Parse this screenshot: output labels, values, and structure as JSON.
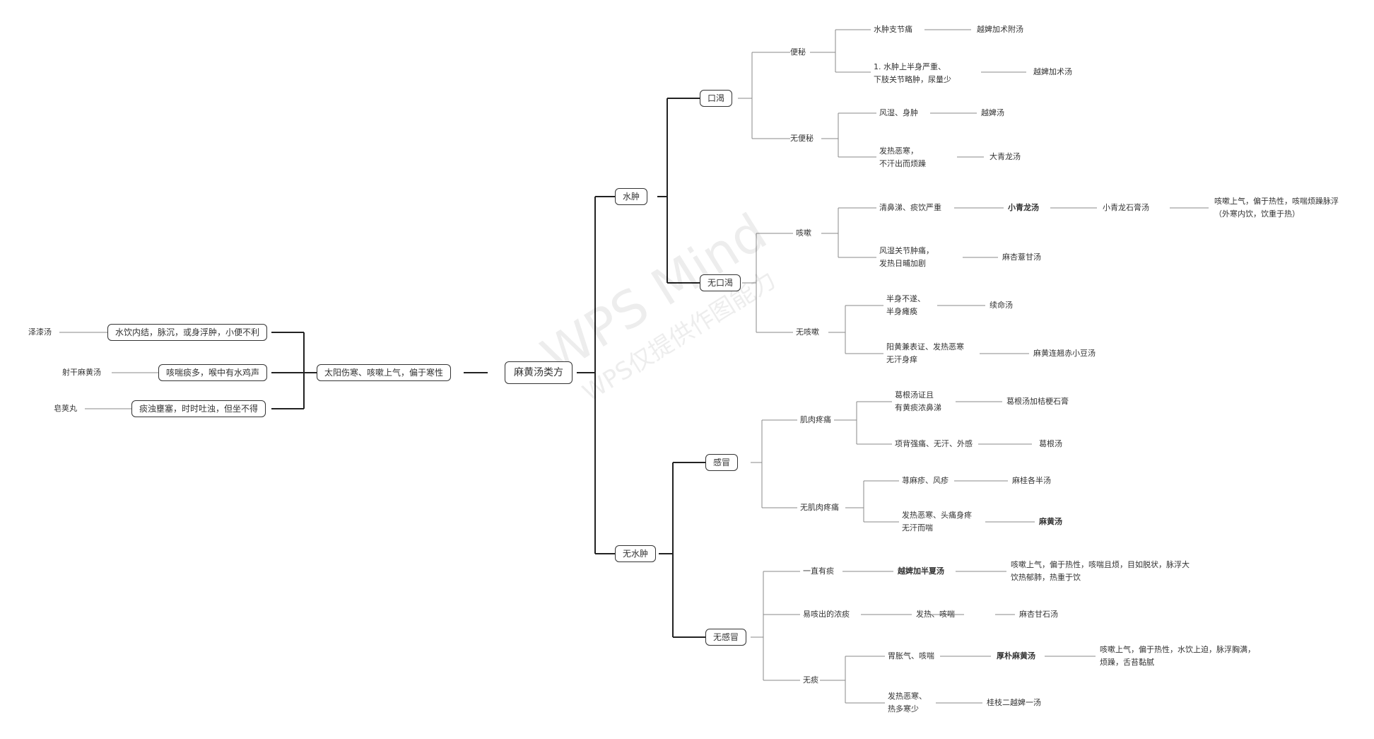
{
  "root": "麻黄汤类方",
  "watermark": {
    "brand": "WPS Mind",
    "note": "WPS仅提供作图能力"
  },
  "left": {
    "main": "太阳伤寒、咳嗽上气，偏于寒性",
    "items": [
      {
        "condition": "水饮内结，脉沉，或身浮肿，小便不利",
        "formula": "泽漆汤"
      },
      {
        "condition": "咳喘痰多，喉中有水鸡声",
        "formula": "射干麻黄汤"
      },
      {
        "condition": "痰浊壅塞，时时吐浊，但坐不得",
        "formula": "皂荚丸"
      }
    ]
  },
  "right": {
    "shuizhong": "水肿",
    "kouke": "口渴",
    "bianmi": "便秘",
    "bm1_cond": "水肿支节痛",
    "bm1_formula": "越婢加术附汤",
    "bm2_cond_l1": "1. 水肿上半身严重、",
    "bm2_cond_l2": "下肢关节略肿，尿量少",
    "bm2_formula": "越婢加术汤",
    "wubianmi": "无便秘",
    "wb1_cond": "风湿、身肿",
    "wb1_formula": "越婢汤",
    "wb2_cond_l1": "发热恶寒，",
    "wb2_cond_l2": "不汗出而烦躁",
    "wb2_formula": "大青龙汤",
    "wukouke": "无口渴",
    "kesou": "咳嗽",
    "ks1_cond": "清鼻涕、痰饮严重",
    "ks1_formula": "小青龙汤",
    "ks1_formula2": "小青龙石膏汤",
    "ks1_desc_l1": "咳嗽上气，偏于热性，咳喘烦躁脉浮",
    "ks1_desc_l2": "（外寒内饮，饮重于热）",
    "ks2_cond_l1": "风湿关节肿痛，",
    "ks2_cond_l2": "发热日晡加剧",
    "ks2_formula": "麻杏薏甘汤",
    "wukesou": "无咳嗽",
    "wk1_cond_l1": "半身不遂、",
    "wk1_cond_l2": "半身瘫痪",
    "wk1_formula": "续命汤",
    "wk2_cond_l1": "阳黄兼表证、发热恶寒",
    "wk2_cond_l2": "无汗身痒",
    "wk2_formula": "麻黄连翘赤小豆汤",
    "wushuizhong": "无水肿",
    "ganmao": "感冒",
    "jirou": "肌肉疼痛",
    "jr1_cond_l1": "葛根汤证且",
    "jr1_cond_l2": "有黄痰浓鼻涕",
    "jr1_formula": "葛根汤加桔梗石膏",
    "jr2_cond": "项背强痛、无汗、外感",
    "jr2_formula": "葛根汤",
    "wujirou": "无肌肉疼痛",
    "wj1_cond": "荨麻疹、风疹",
    "wj1_formula": "麻桂各半汤",
    "wj2_cond_l1": "发热恶寒、头痛身疼",
    "wj2_cond_l2": "无汗而喘",
    "wj2_formula": "麻黄汤",
    "wuganmao": "无感冒",
    "yizhi": "一直有痰",
    "yz_formula": "越婢加半夏汤",
    "yz_desc_l1": "咳嗽上气，偏于热性，咳喘且烦，目如脱状，脉浮大",
    "yz_desc_l2": "饮热郁肺，热重于饮",
    "yike": "易咳出的浓痰",
    "yk_cond": "发热、咳喘",
    "yk_formula": "麻杏甘石汤",
    "wutan": "无痰",
    "wt1_cond": "胃胀气、咳喘",
    "wt1_formula": "厚朴麻黄汤",
    "wt1_desc_l1": "咳嗽上气，偏于热性，水饮上迫，脉浮胸满，",
    "wt1_desc_l2": "烦躁，舌苔黏腻",
    "wt2_cond_l1": "发热恶寒、",
    "wt2_cond_l2": "热多寒少",
    "wt2_formula": "桂枝二越婢一汤"
  }
}
